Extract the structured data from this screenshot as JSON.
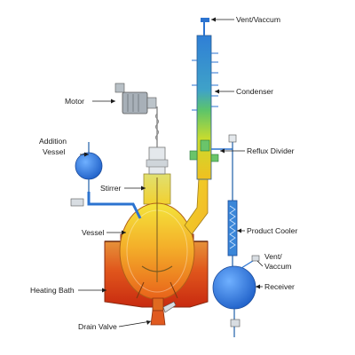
{
  "labels": {
    "vent_top": "Vent/Vaccum",
    "condenser": "Condenser",
    "motor": "Motor",
    "addition_vessel_line1": "Addition",
    "addition_vessel_line2": "Vessel",
    "reflux_divider": "Reflux Divider",
    "stirrer": "Stirrer",
    "product_cooler": "Product Cooler",
    "vessel": "Vessel",
    "vent_receiver_line1": "Vent/",
    "vent_receiver_line2": "Vaccum",
    "receiver": "Receiver",
    "heating_bath": "Heating Bath",
    "drain_valve": "Drain Valve"
  },
  "colors": {
    "equipment_blue": "#2b73d0",
    "pipe_blue": "#1f5fa8",
    "hot_red": "#e03a1a",
    "warm_orange": "#f39a1e",
    "mid_yellow": "#e8e02a",
    "cool_green": "#5cc46a",
    "cold_blue": "#3a86d8",
    "motor_gray": "#9aa2aa"
  }
}
